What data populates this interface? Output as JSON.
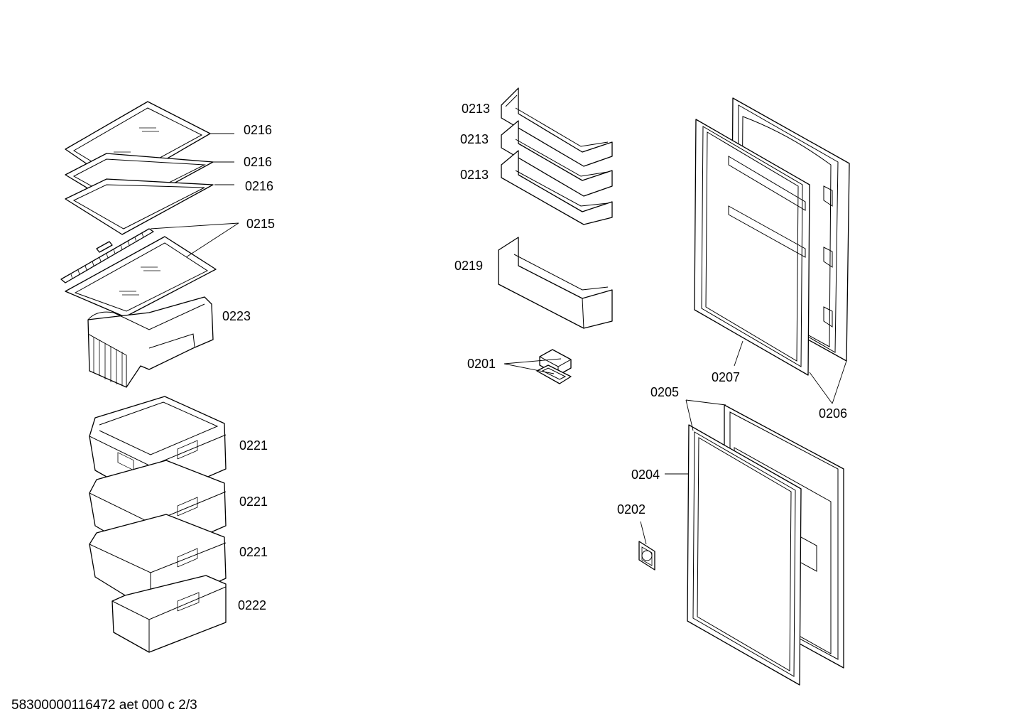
{
  "labels": {
    "shelf_top": "0216",
    "shelf_mid": "0216",
    "shelf_low": "0216",
    "shelf_rail": "0215",
    "crisper_cover": "0223",
    "drawer_1": "0221",
    "drawer_2": "0221",
    "drawer_3": "0221",
    "drawer_bottom": "0222",
    "door_bar_1": "0213",
    "door_bar_2": "0213",
    "door_bar_3": "0213",
    "bottle_shelf": "0219",
    "egg_box": "0201",
    "fridge_door": "0207",
    "fridge_door_seal": "0206",
    "freezer_door_seal": "0205",
    "freezer_door": "0204",
    "handle_plate": "0202"
  },
  "footer": "58300000116472 aet 000 c 2/3"
}
